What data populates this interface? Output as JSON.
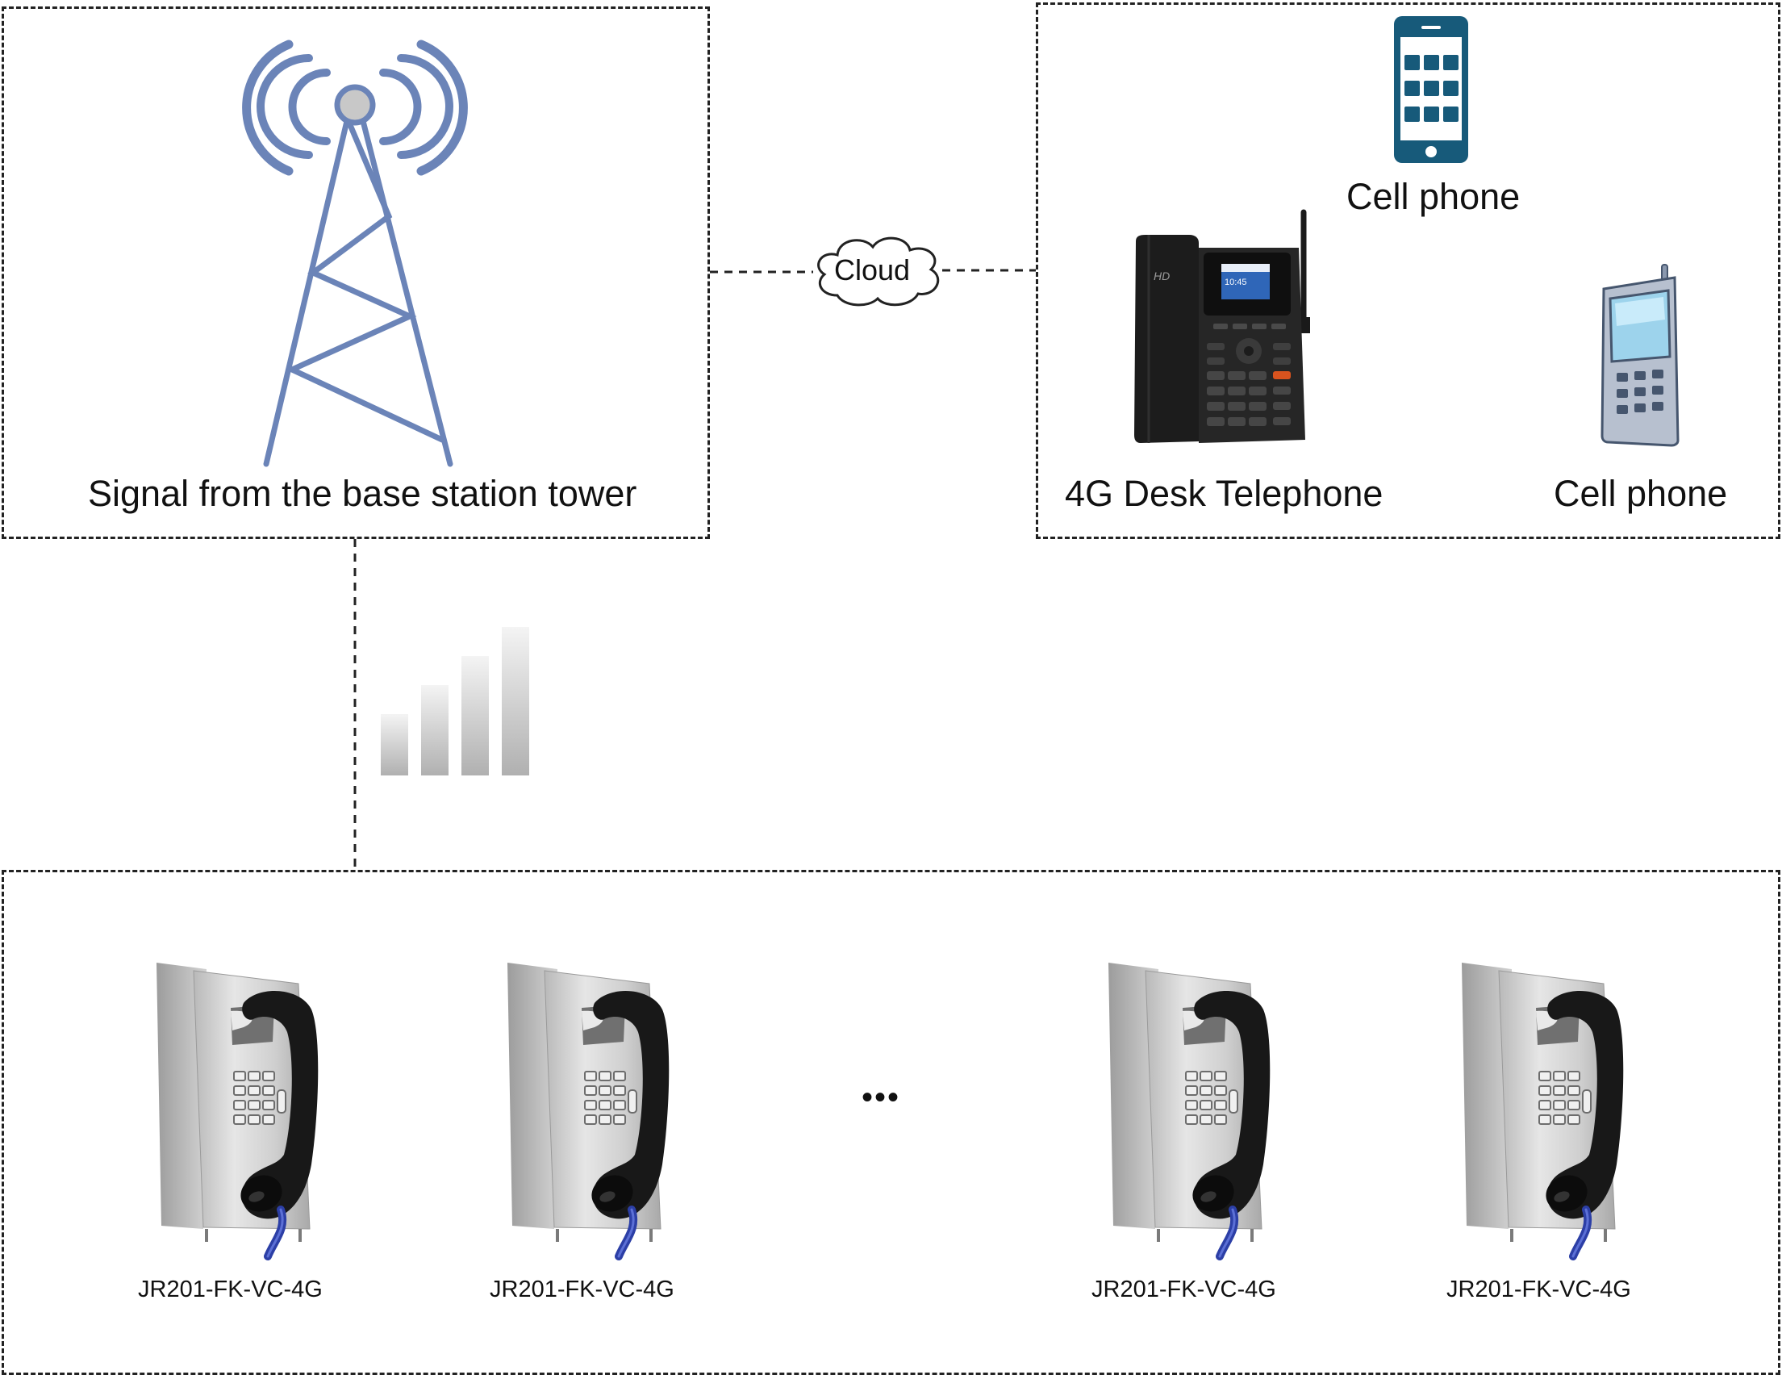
{
  "tower": {
    "label": "Signal from the base station tower"
  },
  "cloud": {
    "label": "Cloud"
  },
  "devices": {
    "smartphone_label": "Cell phone",
    "desk_phone_label": "4G Desk Telephone",
    "feature_phone_label": "Cell phone",
    "desk_phone_screen_time": "10:45",
    "desk_phone_logo": "HD"
  },
  "bottom": {
    "phones": [
      {
        "label": "JR201-FK-VC-4G"
      },
      {
        "label": "JR201-FK-VC-4G"
      },
      {
        "label": "JR201-FK-VC-4G"
      },
      {
        "label": "JR201-FK-VC-4G"
      }
    ],
    "ellipsis": "•••"
  },
  "colors": {
    "tower": "#6b84b8",
    "smartphone": "#175a7a",
    "dash": "#222222",
    "signal_bar": "#b5b5b5"
  }
}
